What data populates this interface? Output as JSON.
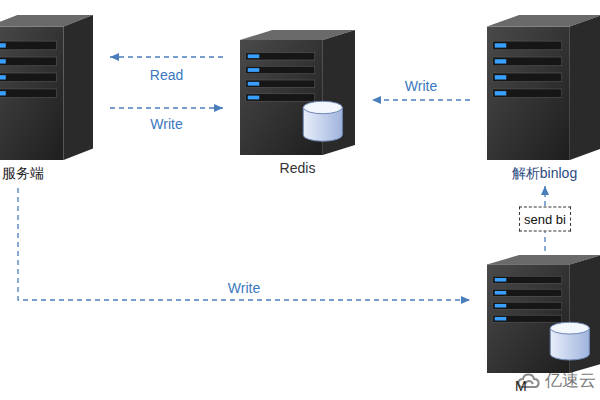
{
  "diagram": {
    "nodes": [
      {
        "text": [
          "服务端"
        ]
      },
      {
        "text": [
          "Redis"
        ]
      },
      {
        "text": [
          "解析binlog"
        ]
      },
      {
        "text": [
          "M"
        ]
      }
    ],
    "edges": [
      {
        "from": 1,
        "to": 0,
        "label": "Read",
        "arrow": "to"
      },
      {
        "from": 0,
        "to": 1,
        "label": "Write",
        "arrow": "to"
      },
      {
        "from": 2,
        "to": 1,
        "label": "Write",
        "arrow": "to"
      },
      {
        "from": 3,
        "to": 2,
        "label": "send bi",
        "arrow": "to"
      },
      {
        "from": 0,
        "to": 3,
        "label": "Write",
        "arrow": "to"
      }
    ],
    "labels": [
      "亿速云"
    ]
  }
}
